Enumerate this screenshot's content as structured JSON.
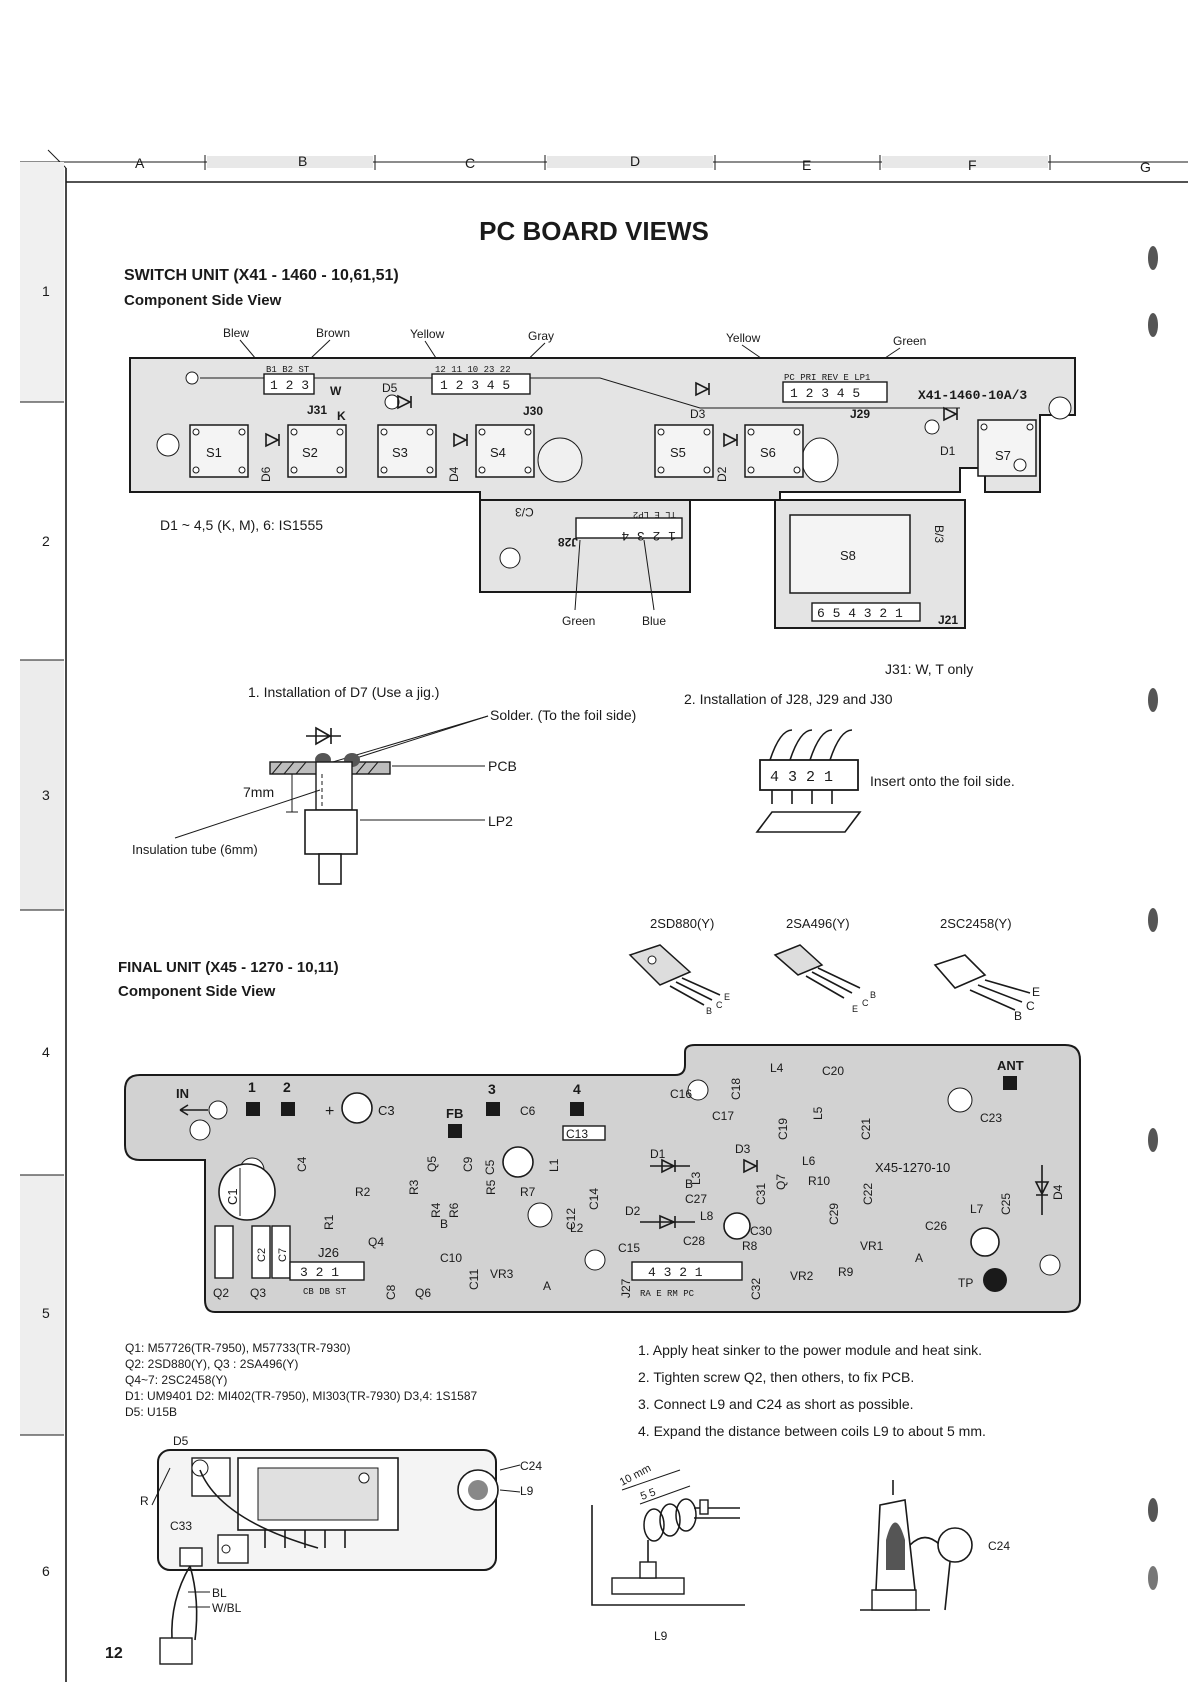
{
  "page": {
    "title": "PC BOARD VIEWS",
    "page_number": "12"
  },
  "grid": {
    "columns": [
      "A",
      "B",
      "C",
      "D",
      "E",
      "F",
      "G"
    ],
    "rows": [
      "1",
      "2",
      "3",
      "4",
      "5",
      "6"
    ]
  },
  "switch_unit": {
    "title": "SWITCH UNIT (X41 - 1460 - 10,61,51)",
    "subtitle": "Component Side View",
    "wire_labels": [
      "Blew",
      "Brown",
      "Yellow",
      "Gray",
      "Yellow",
      "Green",
      "Green",
      "Blue"
    ],
    "connectors": {
      "j31": {
        "name": "J31",
        "header": "B1 B2 ST",
        "pins": "1 2 3"
      },
      "j30": {
        "name": "J30",
        "header": "12 11 10 23 22",
        "pins": "1 2 3 4 5"
      },
      "j29": {
        "name": "J29",
        "header": "PC PRI REV E LP1",
        "pins": "1 2 3 4 5"
      },
      "j28": {
        "name": "J28",
        "header": "TL E LP2",
        "pins": "1 2 3 4"
      },
      "j21": {
        "name": "J21",
        "pins": "6 5 4 3 2 1"
      }
    },
    "board_id": "X41-1460-10A/3",
    "board_side_marks": [
      "C/3",
      "B/3"
    ],
    "switches": [
      "S1",
      "S2",
      "S3",
      "S4",
      "S5",
      "S6",
      "S7",
      "S8"
    ],
    "diodes": [
      "D1",
      "D2",
      "D3",
      "D4",
      "D5",
      "D6"
    ],
    "jumper_marks": [
      "W",
      "K"
    ],
    "diode_note": "D1 ~ 4,5 (K, M), 6: IS1555",
    "j31_note": "J31: W, T only"
  },
  "install_d7": {
    "title": "1. Installation of D7 (Use a jig.)",
    "solder_label": "Solder. (To the foil side)",
    "pcb_label": "PCB",
    "dimension_label": "7mm",
    "lp2_label": "LP2",
    "tube_label": "Insulation tube (6mm)"
  },
  "install_j28": {
    "title": "2. Installation of J28, J29 and J30",
    "pins": "4 3 2 1",
    "note": "Insert onto the foil side."
  },
  "transistors": [
    {
      "name": "2SD880(Y)",
      "pins": [
        "B",
        "C",
        "E"
      ]
    },
    {
      "name": "2SA496(Y)",
      "pins": [
        "E",
        "C",
        "B"
      ]
    },
    {
      "name": "2SC2458(Y)",
      "pins": [
        "E",
        "C",
        "B"
      ]
    }
  ],
  "final_unit": {
    "title": "FINAL UNIT (X45 - 1270 - 10,11)",
    "subtitle": "Component Side View",
    "board_id": "X45-1270-10",
    "in_label": "IN",
    "ant_label": "ANT",
    "tp_label": "TP",
    "fb_label": "FB",
    "a_label": "A",
    "b_label": "B",
    "pad_numbers": [
      "1",
      "2",
      "3",
      "4"
    ],
    "capacitors": [
      "C1",
      "C2",
      "C3",
      "C4",
      "C5",
      "C6",
      "C7",
      "C8",
      "C9",
      "C10",
      "C11",
      "C12",
      "C13",
      "C14",
      "C15",
      "C16",
      "C17",
      "C18",
      "C19",
      "C20",
      "C21",
      "C22",
      "C23",
      "C25",
      "C26",
      "C27",
      "C28",
      "C29",
      "C30",
      "C31",
      "C32"
    ],
    "resistors": [
      "R1",
      "R2",
      "R3",
      "R4",
      "R5",
      "R6",
      "R7",
      "R8",
      "R9",
      "R10"
    ],
    "transistors": [
      "Q2",
      "Q3",
      "Q4",
      "Q5",
      "Q6",
      "Q7"
    ],
    "inductors": [
      "L1",
      "L2",
      "L3",
      "L4",
      "L5",
      "L6",
      "L7",
      "L8"
    ],
    "diodes": [
      "D1",
      "D2",
      "D3",
      "D4"
    ],
    "trimmers": [
      "VR1",
      "VR2",
      "VR3"
    ],
    "j26": {
      "name": "J26",
      "pins": "3 2 1",
      "header": "CB DB ST"
    },
    "j27": {
      "name": "J27",
      "pins": "4 3 2 1",
      "header": "RA E RM PC"
    }
  },
  "final_parts_list": [
    "Q1:  M57726(TR-7950),  M57733(TR-7930)",
    "Q2:  2SD880(Y),  Q3 :  2SA496(Y)",
    "Q4~7:  2SC2458(Y)",
    "D1:  UM9401   D2:  MI402(TR-7950),  MI303(TR-7930)  D3,4:  1S1587",
    "D5:  U15B"
  ],
  "final_notes": [
    "1.  Apply heat sinker to the power module and heat sink.",
    "2.  Tighten screw Q2, then others, to fix PCB.",
    "3.  Connect L9 and C24 as short as possible.",
    "4.  Expand the distance between coils L9 to about 5 mm."
  ],
  "heatsink_labels": {
    "d5": "D5",
    "r": "R",
    "c33": "C33",
    "c24": "C24",
    "l9": "L9",
    "bl": "BL",
    "wbl": "W/BL"
  },
  "coil_labels": {
    "spacing": "10 mm",
    "pitch": "5  5",
    "l9": "L9",
    "c24": "C24"
  }
}
